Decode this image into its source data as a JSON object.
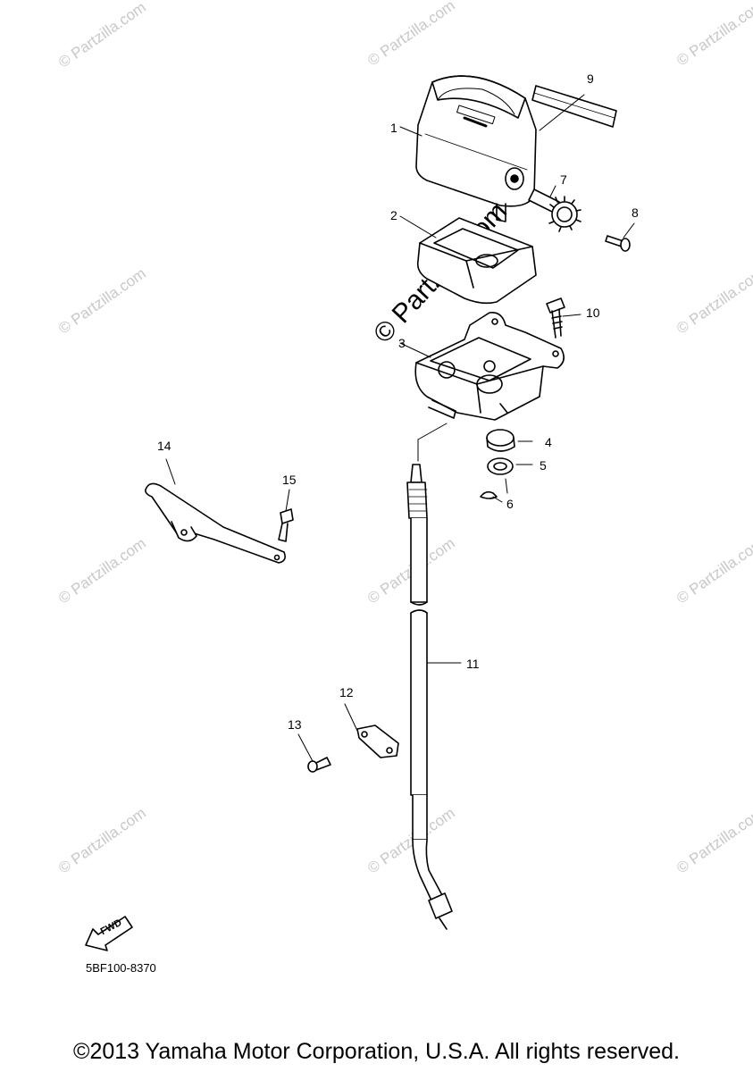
{
  "watermark": {
    "text": "© Partzilla.com",
    "center_text": "© Partzilla.com"
  },
  "callouts": {
    "p1": "1",
    "p2": "2",
    "p3": "3",
    "p4": "4",
    "p5": "5",
    "p6": "6",
    "p7": "7",
    "p8": "8",
    "p9": "9",
    "p10": "10",
    "p11": "11",
    "p12": "12",
    "p13": "13",
    "p14": "14",
    "p15": "15"
  },
  "fwd_label": "FWD",
  "catalog_number": "5BF100-8370",
  "copyright": "©2013 Yamaha Motor Corporation, U.S.A. All rights reserved."
}
